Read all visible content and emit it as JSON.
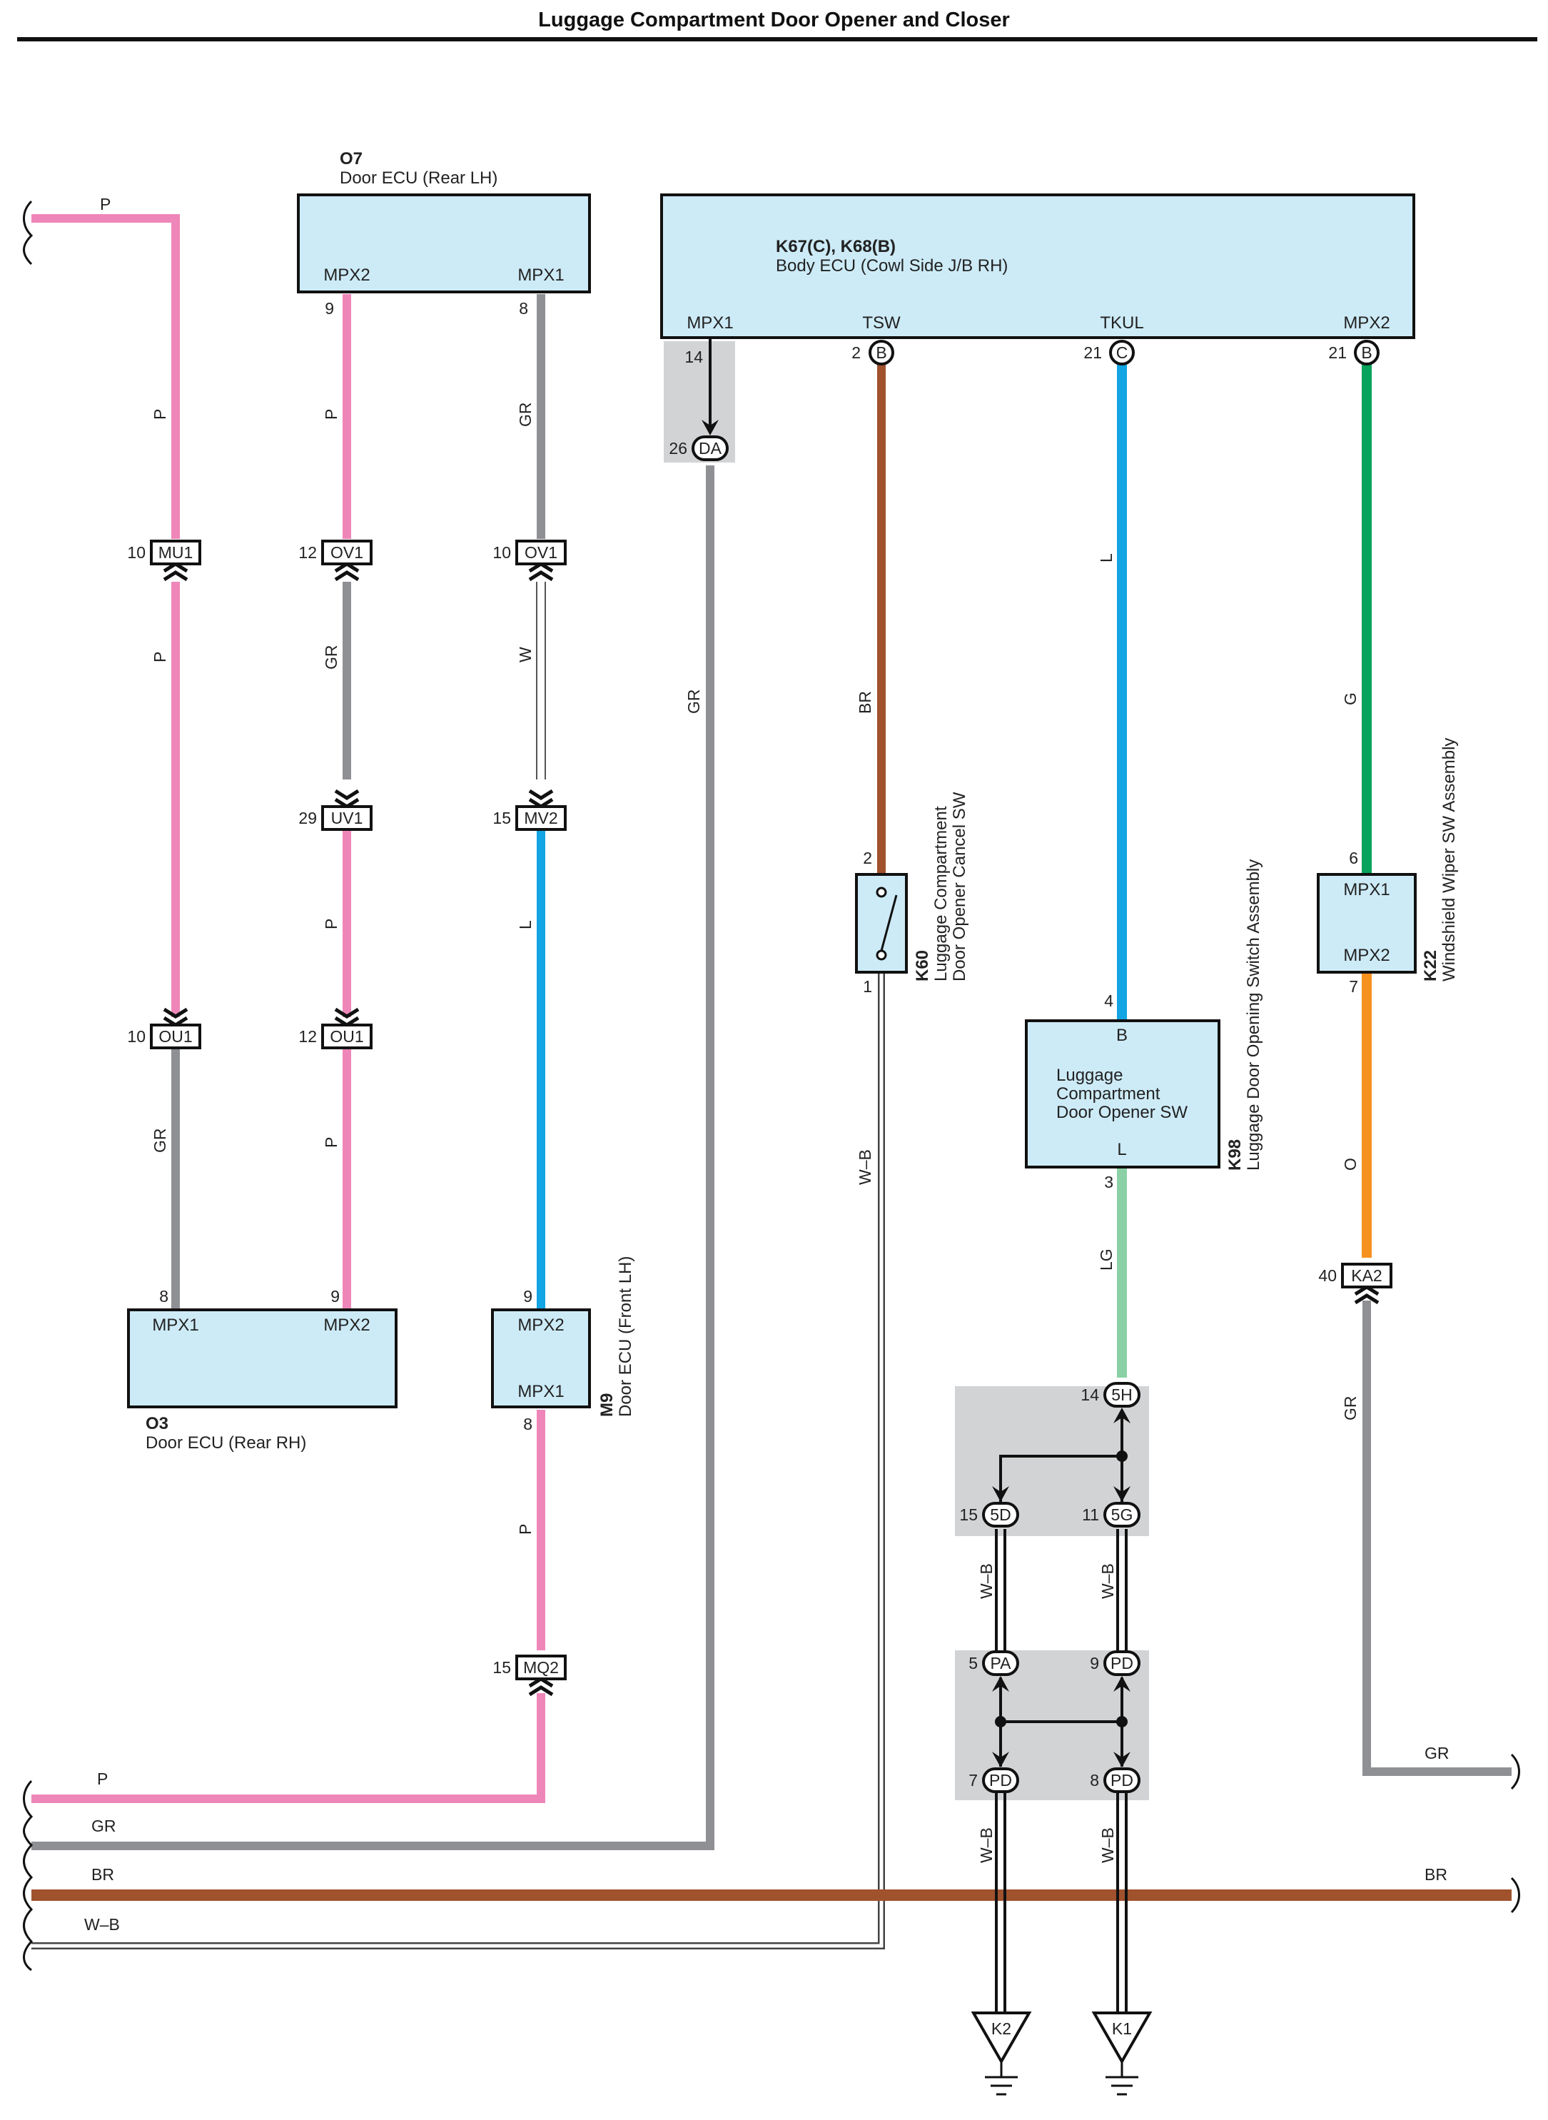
{
  "title": "Luggage Compartment Door Opener and Closer",
  "components": {
    "o7": {
      "code": "O7",
      "name": "Door ECU (Rear LH)",
      "pins": [
        "MPX2",
        "MPX1"
      ],
      "pin_nums": [
        "9",
        "8"
      ]
    },
    "body_ecu": {
      "code": "K67(C), K68(B)",
      "name": "Body ECU (Cowl Side J/B RH)",
      "pins": [
        "MPX1",
        "TSW",
        "TKUL",
        "MPX2"
      ],
      "pin_nums": [
        "14",
        "2",
        "21",
        "21"
      ],
      "connectors": [
        "B",
        "C",
        "B"
      ]
    },
    "o3": {
      "code": "O3",
      "name": "Door ECU (Rear RH)",
      "pins": [
        "MPX1",
        "MPX2"
      ],
      "pin_nums": [
        "8",
        "9"
      ]
    },
    "m9": {
      "code": "M9",
      "name": "Door ECU (Front LH)",
      "pins": [
        "MPX2",
        "MPX1"
      ],
      "pin_nums": [
        "9",
        "8"
      ]
    },
    "k60": {
      "code": "K60",
      "line1": "Luggage Compartment",
      "line2": "Door Opener Cancel SW",
      "pin_nums": [
        "2",
        "1"
      ]
    },
    "k98": {
      "code": "K98",
      "name": "Luggage Door Opening Switch Assembly",
      "line1": "Luggage",
      "line2": "Compartment",
      "line3": "Door Opener SW",
      "pins": [
        "B",
        "L"
      ],
      "pin_nums": [
        "4",
        "3"
      ]
    },
    "k22": {
      "code": "K22",
      "name": "Windshield Wiper SW Assembly",
      "pins": [
        "MPX1",
        "MPX2"
      ],
      "pin_nums": [
        "6",
        "7"
      ]
    }
  },
  "connectors": [
    {
      "pin": "10",
      "code": "MU1"
    },
    {
      "pin": "12",
      "code": "OV1"
    },
    {
      "pin": "10",
      "code": "OV1"
    },
    {
      "pin": "29",
      "code": "UV1"
    },
    {
      "pin": "15",
      "code": "MV2"
    },
    {
      "pin": "10",
      "code": "OU1"
    },
    {
      "pin": "12",
      "code": "OU1"
    },
    {
      "pin": "15",
      "code": "MQ2"
    },
    {
      "pin": "40",
      "code": "KA2"
    },
    {
      "pin": "26",
      "code": "DA"
    },
    {
      "pin": "14",
      "code": "5H"
    },
    {
      "pin": "15",
      "code": "5D"
    },
    {
      "pin": "11",
      "code": "5G"
    },
    {
      "pin": "5",
      "code": "PA"
    },
    {
      "pin": "9",
      "code": "PD"
    },
    {
      "pin": "7",
      "code": "PD"
    },
    {
      "pin": "8",
      "code": "PD"
    }
  ],
  "grounds": [
    "K2",
    "K1"
  ],
  "wire_labels": {
    "P": "P",
    "GR": "GR",
    "W": "W",
    "L": "L",
    "BR": "BR",
    "G": "G",
    "O": "O",
    "LG": "LG",
    "WB": "W–B"
  },
  "colors": {
    "pink": "#ef86b9",
    "gray": "#8f9094",
    "blue": "#13a4e3",
    "brown": "#a0522d",
    "green": "#05a35b",
    "orange": "#f5911f",
    "lightgreen": "#8bd1a5",
    "ecu_fill": "#cdebf7",
    "splice": "#d2d3d5"
  }
}
